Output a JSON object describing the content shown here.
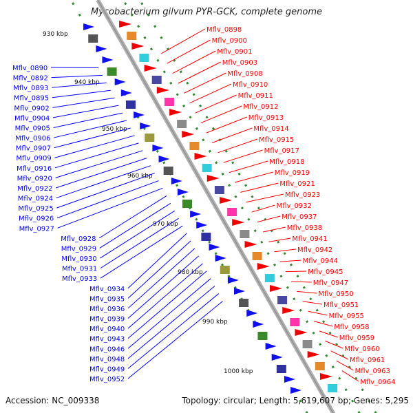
{
  "title": "Mycobacterium gilvum PYR-GCK, complete genome",
  "footer": {
    "accession": "Accession: NC_009338",
    "topology": "Topology: circular; Length: 5,619,607 bp; Genes: 5,295"
  },
  "colors": {
    "forward_label": "#0000ff",
    "reverse_label": "#ff0000",
    "backbone": "#b0b0b0",
    "tick": "#2e8b2e"
  },
  "kbp_ticks": [
    "930 kbp",
    "940 kbp",
    "950 kbp",
    "960 kbp",
    "970 kbp",
    "980 kbp",
    "990 kbp",
    "1000 kbp"
  ],
  "left_labels": [
    "Mflv_0890",
    "Mflv_0892",
    "Mflv_0893",
    "Mflv_0895",
    "Mflv_0902",
    "Mflv_0904",
    "Mflv_0905",
    "Mflv_0906",
    "Mflv_0907",
    "Mflv_0909",
    "Mflv_0916",
    "Mflv_0920",
    "Mflv_0922",
    "Mflv_0924",
    "Mflv_0925",
    "Mflv_0926",
    "Mflv_0927",
    "Mflv_0928",
    "Mflv_0929",
    "Mflv_0930",
    "Mflv_0931",
    "Mflv_0933",
    "Mflv_0934",
    "Mflv_0935",
    "Mflv_0936",
    "Mflv_0939",
    "Mflv_0940",
    "Mflv_0943",
    "Mflv_0946",
    "Mflv_0948",
    "Mflv_0949",
    "Mflv_0952"
  ],
  "right_labels": [
    "Mflv_0898",
    "Mflv_0900",
    "Mflv_0901",
    "Mflv_0903",
    "Mflv_0908",
    "Mflv_0910",
    "Mflv_0911",
    "Mflv_0912",
    "Mflv_0913",
    "Mflv_0914",
    "Mflv_0915",
    "Mflv_0917",
    "Mflv_0918",
    "Mflv_0919",
    "Mflv_0921",
    "Mflv_0923",
    "Mflv_0932",
    "Mflv_0937",
    "Mflv_0938",
    "Mflv_0941",
    "Mflv_0942",
    "Mflv_0944",
    "Mflv_0945",
    "Mflv_0947",
    "Mflv_0950",
    "Mflv_0951",
    "Mflv_0955",
    "Mflv_0958",
    "Mflv_0959",
    "Mflv_0960",
    "Mflv_0961",
    "Mflv_0963",
    "Mflv_0964"
  ]
}
